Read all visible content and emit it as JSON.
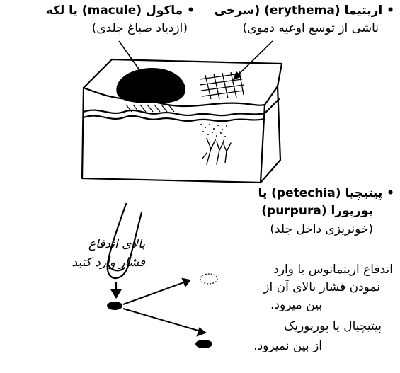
{
  "labels": {
    "erythema_title": "• اریتیما (erythema) (سرخی",
    "erythema_desc": "ناشی از توسع اوعیه دموی)",
    "macule_title": "• ماکول (macule) یا لکه",
    "macule_desc": "(ازدیاد صباغ جلدی)",
    "petechia_line1": "• پیتیچیا (petechia) یا",
    "petechia_line2": "پورپورا (purpura)",
    "petechia_line3": "(خونریزی داخل جلد)",
    "press_line1": "بالای اندفاع",
    "press_line2": "فشار وارد کنید",
    "erythematous_line1": "اندفاع اریتماتوس با وارد",
    "erythematous_line2": "نمودن فشار بالای آن از",
    "erythematous_line3": "بین میرود.",
    "petechial_line1": "پیتیچیال یا پورپوریک",
    "petechial_line2": "از بین نمیرود."
  },
  "colors": {
    "ink": "#000000",
    "paper": "#ffffff"
  }
}
